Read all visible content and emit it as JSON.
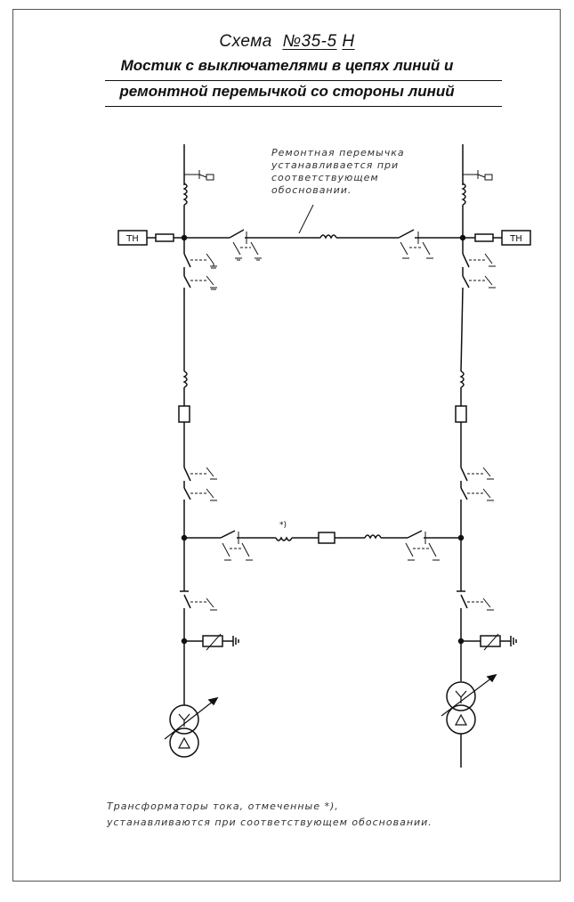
{
  "title": {
    "prefix": "Схема",
    "number": "№35",
    "suffix": "-5",
    "letter": "Н",
    "line1": "Мостик с выключателями в цепях линий и",
    "line2": "ремонтной перемычкой со стороны линий"
  },
  "labels": {
    "vt_left": "ТН",
    "vt_right": "ТН",
    "asterisk": "*)"
  },
  "notes": {
    "jumper_line1": "Ремонтная перемычка",
    "jumper_line2": "устанавливается при",
    "jumper_line3": "соответствующем",
    "jumper_line4": "обосновании.",
    "footnote_line1": "Трансформаторы тока, отмеченные *),",
    "footnote_line2": "устанавливаются при соответствующем обосновании."
  }
}
